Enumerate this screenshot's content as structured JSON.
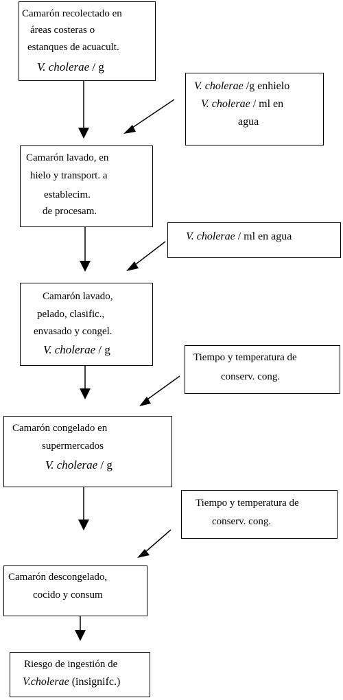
{
  "steps": [
    {
      "lines": [
        {
          "text": "Camarón recolectado en"
        },
        {
          "text": "áreas costeras o"
        },
        {
          "text": "estanques de acuacult."
        },
        {
          "italic": "V. cholerae",
          "rest": " / g"
        }
      ]
    },
    {
      "lines": [
        {
          "text": "Camarón lavado, en"
        },
        {
          "text": "hielo y  transport. a"
        },
        {
          "text": "establecim."
        },
        {
          "text": "de procesam."
        }
      ]
    },
    {
      "lines": [
        {
          "text": "Camarón lavado,"
        },
        {
          "text": "pelado, clasific.,"
        },
        {
          "text": "envasado y congel."
        },
        {
          "italic": "V. cholerae",
          "rest": " / g"
        }
      ]
    },
    {
      "lines": [
        {
          "text": "Camarón congelado en"
        },
        {
          "text": "supermercados"
        },
        {
          "italic": "V. cholerae",
          "rest": " / g"
        }
      ]
    },
    {
      "lines": [
        {
          "text": "Camarón descongelado,"
        },
        {
          "text": "cocido y consum"
        }
      ]
    },
    {
      "lines": [
        {
          "text": "Riesgo de ingestión de"
        },
        {
          "italic": "V.cholerae",
          "rest": " (insignifc.)"
        }
      ]
    }
  ],
  "factors": [
    {
      "lines": [
        {
          "italic": "V. cholerae",
          "rest": " /g enhielo"
        },
        {
          "italic": "V. cholerae",
          "rest": " / ml en"
        },
        {
          "text": "agua"
        }
      ]
    },
    {
      "lines": [
        {
          "italic": "V. cholerae",
          "rest": " / ml en agua"
        }
      ]
    },
    {
      "lines": [
        {
          "text": "Tiempo y temperatura de"
        },
        {
          "text": "conserv. cong."
        }
      ]
    },
    {
      "lines": [
        {
          "text": "Tiempo y temperatura de"
        },
        {
          "text": "conserv. cong."
        }
      ]
    }
  ]
}
